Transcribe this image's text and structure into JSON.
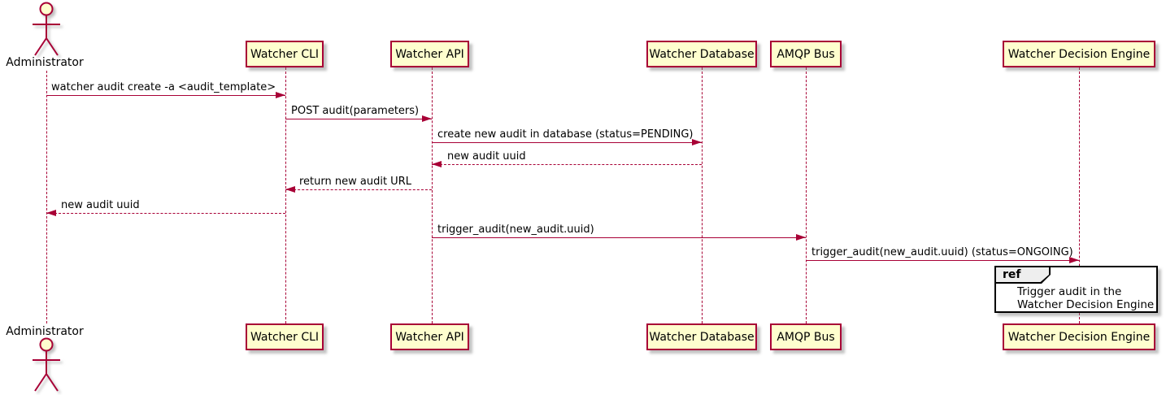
{
  "diagram_type": "sequence-diagram",
  "colors": {
    "accent": "#A80036",
    "participant_fill": "#FEFECE",
    "ref_tab_fill": "#EEEEEE",
    "ref_border": "#000000",
    "text": "#000000"
  },
  "actor": {
    "name": "Administrator"
  },
  "participants": [
    {
      "label": "Watcher CLI"
    },
    {
      "label": "Watcher API"
    },
    {
      "label": "Watcher Database"
    },
    {
      "label": "AMQP Bus"
    },
    {
      "label": "Watcher Decision Engine"
    }
  ],
  "messages": [
    {
      "label": "watcher audit create -a <audit_template>",
      "from": "Administrator",
      "to": "Watcher CLI",
      "style": "solid"
    },
    {
      "label": "POST audit(parameters)",
      "from": "Watcher CLI",
      "to": "Watcher API",
      "style": "solid"
    },
    {
      "label": "create new audit in database (status=PENDING)",
      "from": "Watcher API",
      "to": "Watcher Database",
      "style": "solid"
    },
    {
      "label": "new audit uuid",
      "from": "Watcher Database",
      "to": "Watcher API",
      "style": "dotted"
    },
    {
      "label": "return new audit URL",
      "from": "Watcher API",
      "to": "Watcher CLI",
      "style": "dotted"
    },
    {
      "label": "new audit uuid",
      "from": "Watcher CLI",
      "to": "Administrator",
      "style": "dotted"
    },
    {
      "label": "trigger_audit(new_audit.uuid)",
      "from": "Watcher API",
      "to": "AMQP Bus",
      "style": "solid"
    },
    {
      "label": "trigger_audit(new_audit.uuid) (status=ONGOING)",
      "from": "AMQP Bus",
      "to": "Watcher Decision Engine",
      "style": "solid"
    }
  ],
  "ref_fragment": {
    "keyword": "ref",
    "line1": "Trigger audit in the",
    "line2": "Watcher Decision Engine"
  }
}
